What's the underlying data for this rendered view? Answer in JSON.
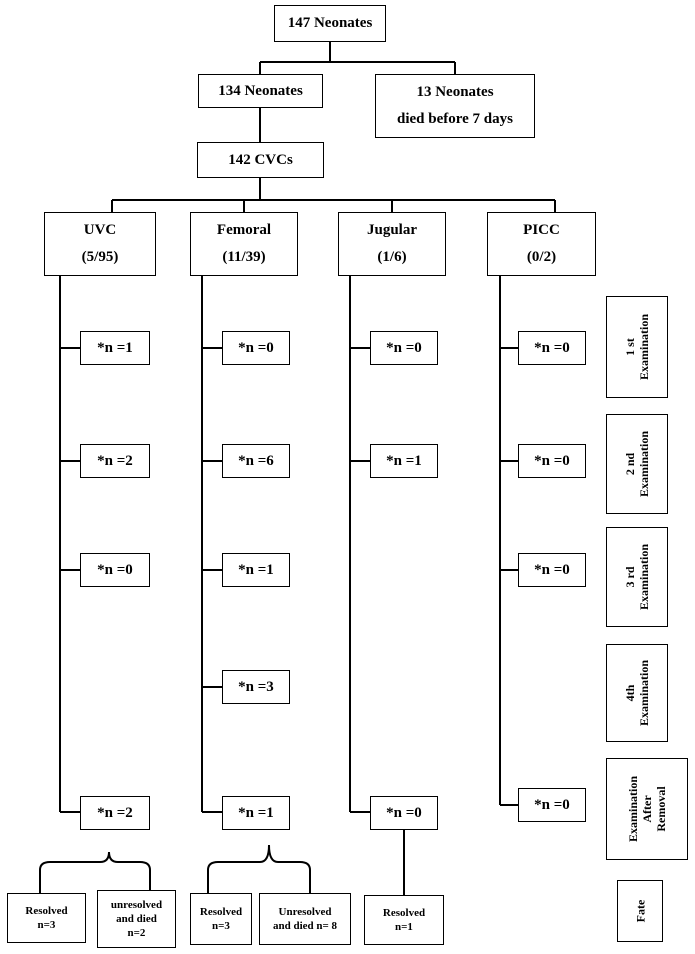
{
  "top": "147 Neonates",
  "survivors": "134 Neonates",
  "died": {
    "line1": "13 Neonates",
    "line2": "died before 7 days"
  },
  "cvcs": "142 CVCs",
  "catheters": [
    {
      "name": "UVC",
      "ratio": "(5/95)"
    },
    {
      "name": "Femoral",
      "ratio": "(11/39)"
    },
    {
      "name": "Jugular",
      "ratio": "(1/6)"
    },
    {
      "name": "PICC",
      "ratio": "(0/2)"
    }
  ],
  "counts": {
    "uvc": [
      "*n =1",
      "*n =2",
      "*n =0",
      "*n =2"
    ],
    "femoral": [
      "*n =0",
      "*n =6",
      "*n =1",
      "*n =3",
      "*n =1"
    ],
    "jugular": [
      "*n =0",
      "*n =1",
      "*n =0"
    ],
    "picc": [
      "*n =0",
      "*n =0",
      "*n =0",
      "*n =0"
    ]
  },
  "examinations": [
    {
      "line1": "1 st",
      "line2": "Examination"
    },
    {
      "line1": "2 nd",
      "line2": "Examination"
    },
    {
      "line1": "3 rd",
      "line2": "Examination"
    },
    {
      "line1": "4th",
      "line2": "Examination"
    },
    {
      "line1": "Examination",
      "line2": "After",
      "line3": "Removal"
    }
  ],
  "fate_label": "Fate",
  "outcomes": {
    "uvc_resolved": {
      "line1": "Resolved",
      "line2": "n=3"
    },
    "uvc_unresolved": {
      "line1": "unresolved",
      "line2": "and died",
      "line3": "n=2"
    },
    "fem_resolved": {
      "line1": "Resolved",
      "line2": "n=3"
    },
    "fem_unresolved": {
      "line1": "Unresolved",
      "line2": "and died n= 8"
    },
    "jug_resolved": {
      "line1": "Resolved",
      "line2": "n=1"
    }
  }
}
